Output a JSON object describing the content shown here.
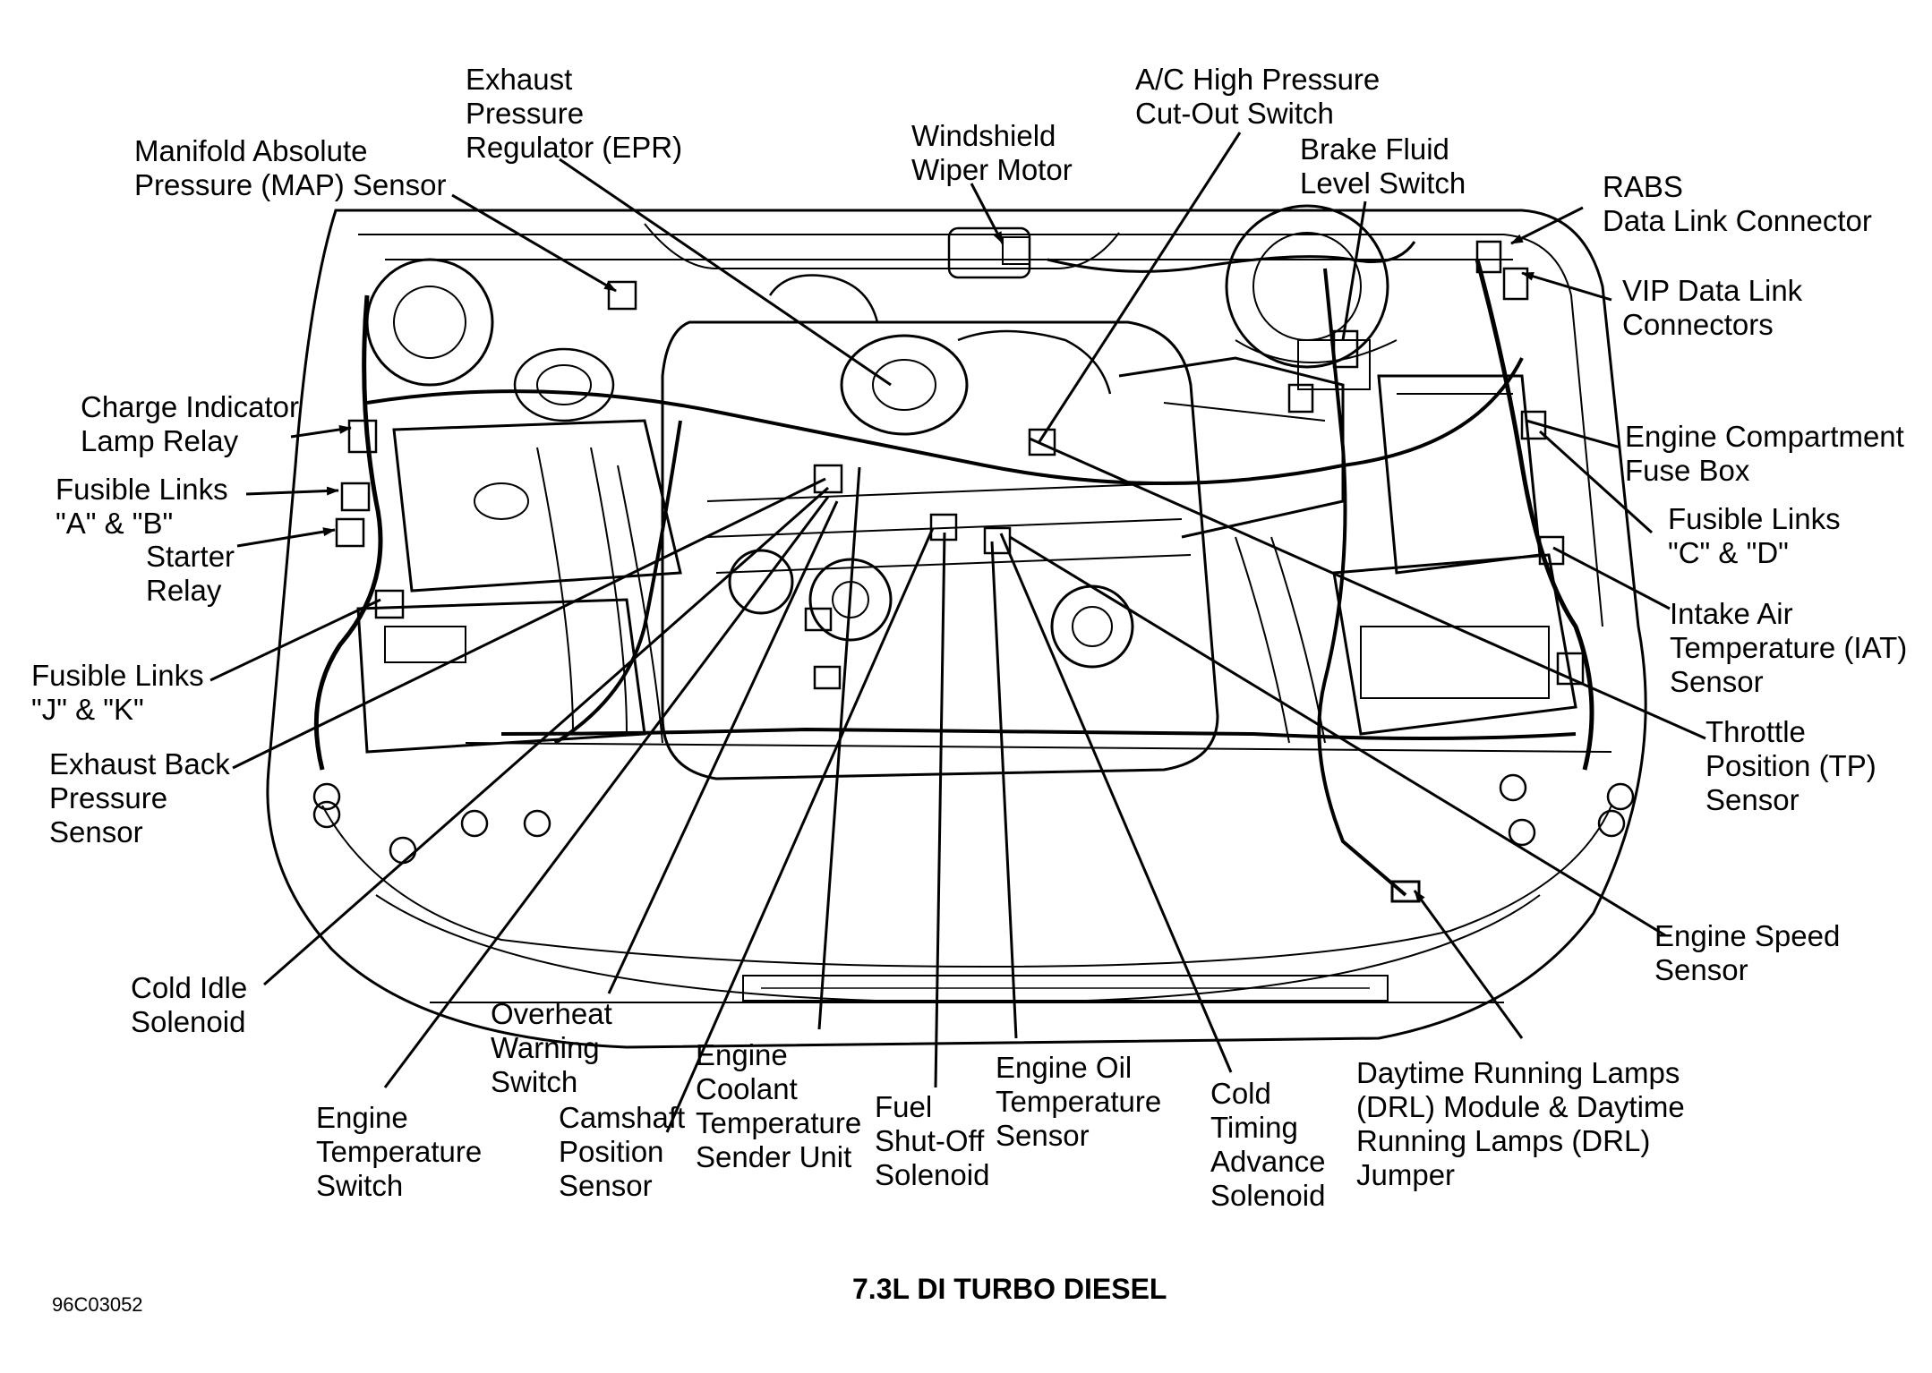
{
  "diagram": {
    "title": "7.3L DI TURBO DIESEL",
    "figure_code": "96C03052",
    "labels": {
      "manifold_absolute_pressure_sensor": "Manifold Absolute\nPressure (MAP) Sensor",
      "exhaust_pressure_regulator": "Exhaust\nPressure\nRegulator (EPR)",
      "windshield_wiper_motor": "Windshield\nWiper Motor",
      "ac_high_pressure_cutout_switch": "A/C High Pressure\nCut-Out Switch",
      "brake_fluid_level_switch": "Brake Fluid\nLevel Switch",
      "rabs_data_link_connector": "RABS\nData Link Connector",
      "vip_data_link_connectors": "VIP Data Link\nConnectors",
      "charge_indicator_lamp_relay": "Charge Indicator\nLamp Relay",
      "fusible_links_a_b": "Fusible Links\n\"A\" & \"B\"",
      "starter_relay": "Starter\nRelay",
      "fusible_links_j_k": "Fusible Links\n\"J\" & \"K\"",
      "exhaust_back_pressure_sensor": "Exhaust Back\nPressure\nSensor",
      "engine_compartment_fuse_box": "Engine Compartment\nFuse Box",
      "fusible_links_c_d": "Fusible Links\n\"C\" & \"D\"",
      "intake_air_temperature_sensor": "Intake Air\nTemperature (IAT)\nSensor",
      "throttle_position_sensor": "Throttle\nPosition (TP)\nSensor",
      "engine_speed_sensor": "Engine Speed\nSensor",
      "cold_idle_solenoid": "Cold Idle\nSolenoid",
      "overheat_warning_switch": "Overheat\nWarning\nSwitch",
      "engine_temperature_switch": "Engine\nTemperature\nSwitch",
      "camshaft_position_sensor": "Camshaft\nPosition\nSensor",
      "engine_coolant_temperature_sender_unit": "Engine\nCoolant\nTemperature\nSender Unit",
      "fuel_shutoff_solenoid": "Fuel\nShut-Off\nSolenoid",
      "engine_oil_temperature_sensor": "Engine Oil\nTemperature\nSensor",
      "cold_timing_advance_solenoid": "Cold\nTiming\nAdvance\nSolenoid",
      "drl_module_jumper": "Daytime Running Lamps\n(DRL) Module & Daytime\nRunning Lamps (DRL)\nJumper"
    }
  }
}
